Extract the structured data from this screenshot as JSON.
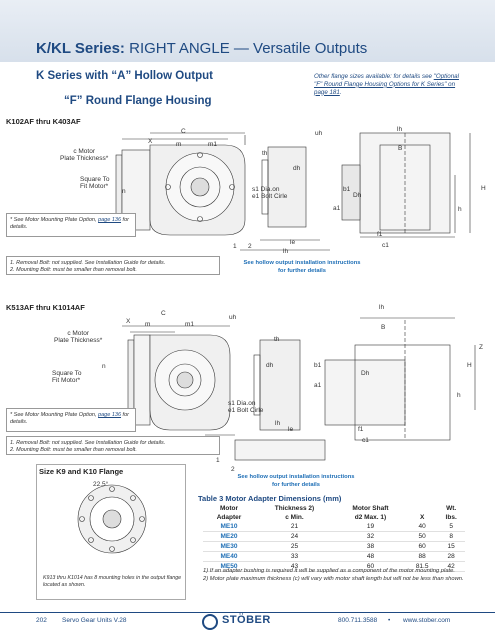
{
  "banner": {
    "series": "K/KL Series:",
    "subtitle": "RIGHT ANGLE — Versatile Outputs"
  },
  "section": {
    "heading1": "K Series with “A” Hollow Output",
    "heading2": "“F” Round Flange Housing"
  },
  "flange_note": {
    "text_before": "Other flange sizes available: for details see ",
    "link": "\"Optional \"F\" Round Flange Housing Options for K Series\" on page 181",
    "text_after": "."
  },
  "drawing1": {
    "model": "K102AF thru K403AF",
    "labels": {
      "motor_plate": "c Motor\nPlate Thickness*",
      "square": "Square To\nFit Motor*",
      "C": "C",
      "X": "X",
      "m": "m",
      "m1": "m1",
      "n": "n",
      "th": "th",
      "dh": "dh",
      "uh": "uh",
      "le": "le",
      "lh": "lh",
      "s1": "s1 Dia.on\ne1 Bolt Cirle",
      "one": "1",
      "two": "2",
      "lh2": "lh",
      "B": "B",
      "Dh": "Dh",
      "b1": "b1",
      "a1": "a1",
      "f1": "f1",
      "c1": "c1",
      "H": "H",
      "h": "h"
    },
    "mount_note": "* See Motor Mounting Plate Option, ",
    "mount_link": "page 136",
    "mount_tail": " for details.",
    "bolt_notes": [
      "1. Removal Bolt: not supplied. See Installation Guide for details.",
      "2. Mounting Bolt: must be smaller than removal bolt."
    ],
    "hollow_note": "See hollow output installation instructions\nfor further details"
  },
  "drawing2": {
    "model": "K513AF thru K1014AF",
    "labels": {
      "motor_plate": "c Motor\nPlate Thickness*",
      "square": "Square To\nFit Motor*",
      "C": "C",
      "X": "X",
      "m": "m",
      "m1": "m1",
      "n": "n",
      "uh": "uh",
      "th": "th",
      "dh": "dh",
      "le": "le",
      "lh": "lh",
      "s1": "s1 Dia.on\ne1 Bolt Cirle",
      "one": "1",
      "two": "2",
      "lh2": "lh",
      "B": "B",
      "Dh": "Dh",
      "b1": "b1",
      "a1": "a1",
      "f1": "f1",
      "c1": "c1",
      "H": "H",
      "h": "h",
      "Z": "Z"
    },
    "mount_note": "* See Motor Mounting Plate Option, ",
    "mount_link": "page 136",
    "mount_tail": " for details.",
    "bolt_notes": [
      "1. Removal Bolt: not supplied. See Installation Guide for details.",
      "2. Mounting Bolt: must be smaller than removal bolt."
    ],
    "hollow_note": "See hollow output installation instructions\nfor further details"
  },
  "flange_detail": {
    "title": "Size K9 and K10 Flange",
    "angle": "22.5°",
    "caption": "K913 thru K1014 has 8 mounting holes in the output flange located as shown."
  },
  "table": {
    "label": "Table 3",
    "title": "Motor Adapter Dimensions (mm)",
    "headers_top": [
      "Motor",
      "Thickness 2)",
      "Motor Shaft",
      "",
      "Wt."
    ],
    "headers_bottom": [
      "Adapter",
      "c Min.",
      "d2 Max. 1)",
      "X",
      "lbs."
    ],
    "rows": [
      [
        "ME10",
        "21",
        "19",
        "40",
        "5"
      ],
      [
        "ME20",
        "24",
        "32",
        "50",
        "8"
      ],
      [
        "ME30",
        "25",
        "38",
        "60",
        "15"
      ],
      [
        "ME40",
        "33",
        "48",
        "88",
        "28"
      ],
      [
        "ME50",
        "43",
        "60",
        "81.5",
        "42"
      ]
    ],
    "footnotes": [
      "1) If an adapter bushing is required it will be supplied as a component of the motor mounting plate.",
      "2) Motor plate maximum thickness (c) will vary with motor shaft length but will not be less than shown."
    ]
  },
  "footer": {
    "page": "202",
    "doc": "Servo Gear Units V.28",
    "brand": "STÖBER",
    "phone": "800.711.3588",
    "bullet": "•",
    "web": "www.stober.com"
  },
  "colors": {
    "brand_blue": "#1f4a82",
    "link_blue": "#1f6fb6",
    "banner": "#dfe6ef"
  }
}
